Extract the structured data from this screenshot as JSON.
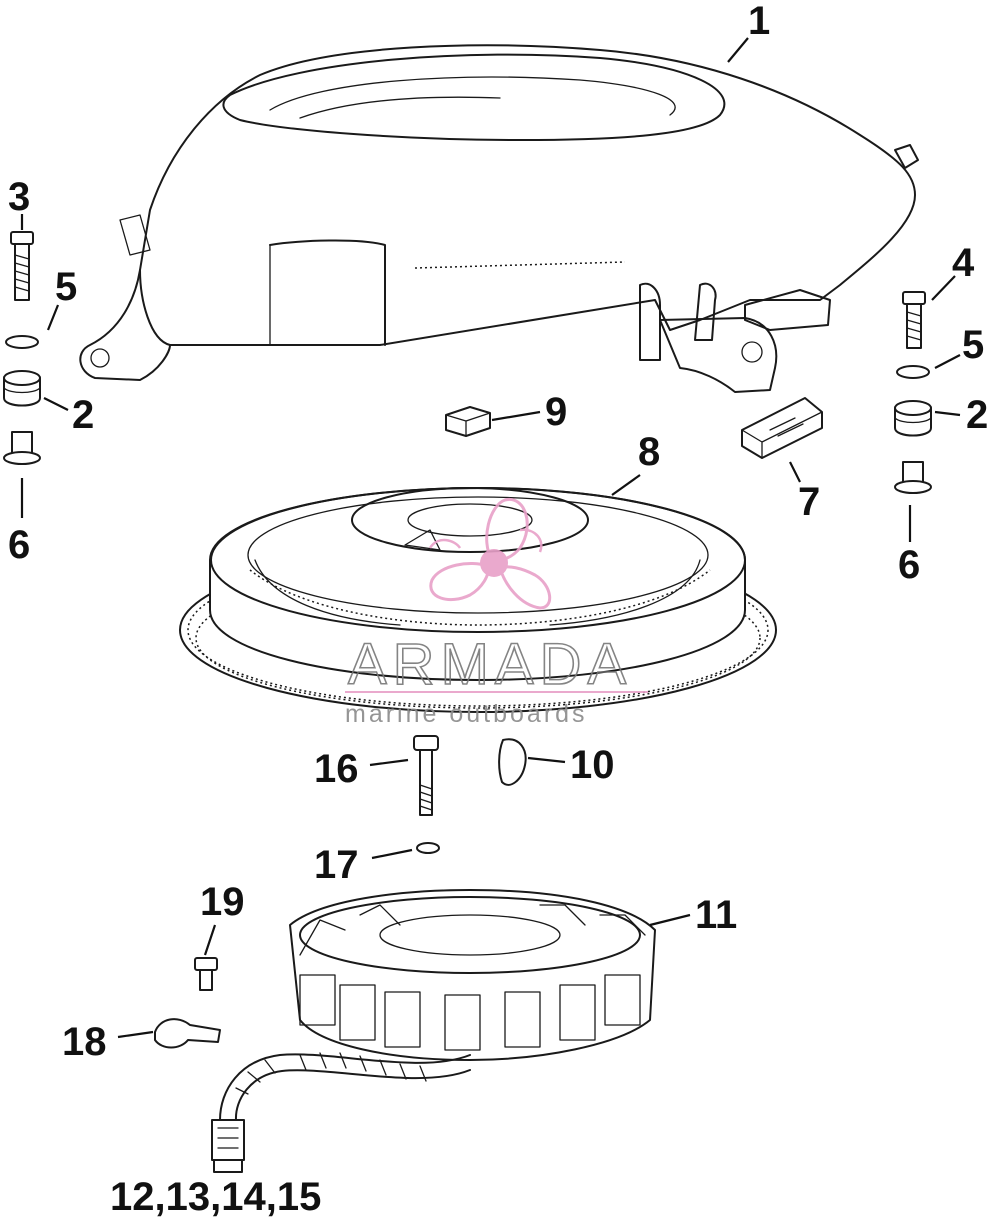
{
  "callouts": {
    "c1": "1",
    "c2_left": "2",
    "c2_right": "2",
    "c3": "3",
    "c4": "4",
    "c5_left": "5",
    "c5_right": "5",
    "c6_left": "6",
    "c6_right": "6",
    "c7": "7",
    "c8": "8",
    "c9": "9",
    "c10": "10",
    "c11": "11",
    "c12_15": "12,13,14,15",
    "c16": "16",
    "c17": "17",
    "c18": "18",
    "c19": "19"
  },
  "watermark": {
    "brand": "ARMADA",
    "tagline": "marine outboards",
    "accent_color": "#e8a0c8"
  }
}
